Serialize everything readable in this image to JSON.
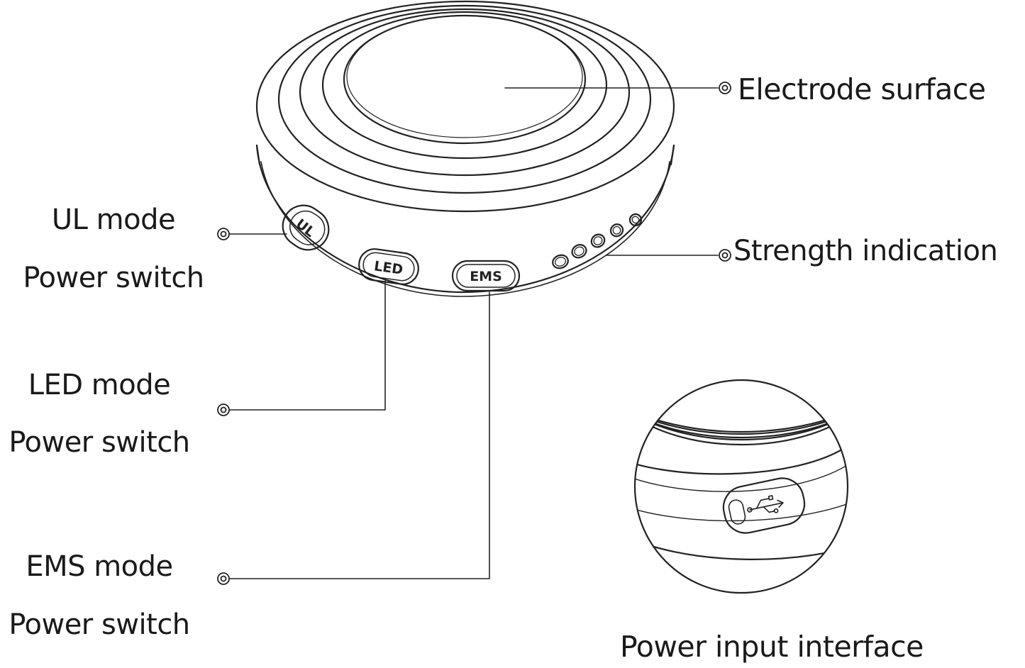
{
  "callouts": {
    "electrode_surface": "Electrode surface",
    "strength_indication": "Strength indication",
    "ul_mode": "UL mode",
    "ul_power_switch": "Power switch",
    "led_mode": "LED mode",
    "led_power_switch": "Power switch",
    "ems_mode": "EMS mode",
    "ems_power_switch": "Power switch",
    "power_input_interface": "Power input interface"
  },
  "device_buttons": {
    "ul": "UL",
    "led": "LED",
    "ems": "EMS"
  },
  "strength_indicator_count": 5,
  "line_color": "#222222",
  "background_color": "#ffffff"
}
